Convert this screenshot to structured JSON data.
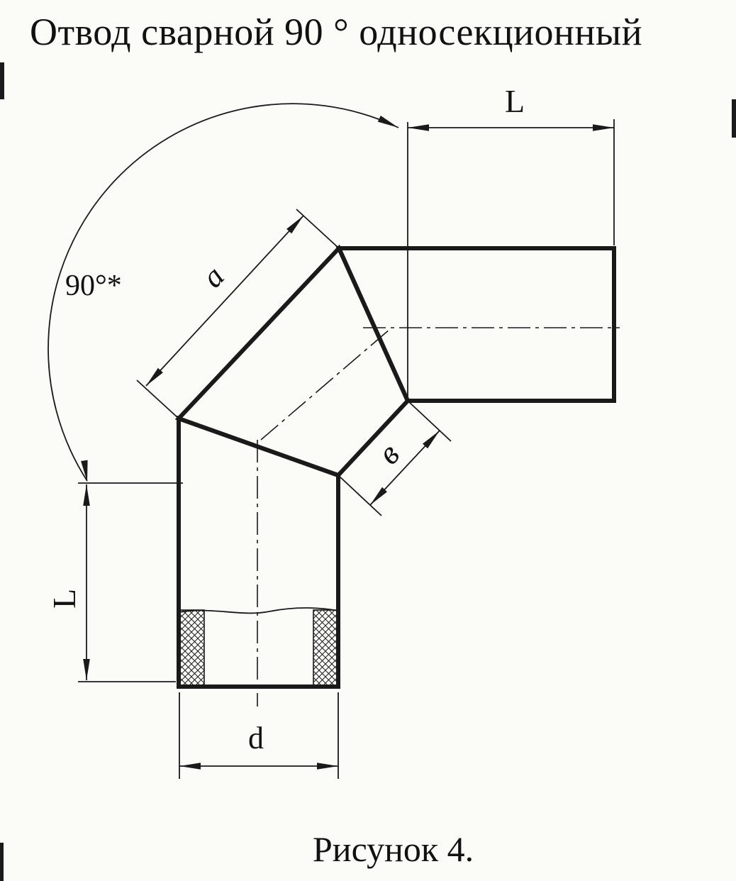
{
  "page": {
    "title": "Отвод сварной 90 ° односекционный",
    "caption": "Рисунок 4."
  },
  "diagram": {
    "labels": {
      "angle": "90°*",
      "length_top": "L",
      "length_left": "L",
      "segment_outer": "a",
      "segment_inner": "в",
      "diameter": "d"
    },
    "colors": {
      "line": "#1a1a1a",
      "background": "#fbfbf8"
    }
  }
}
